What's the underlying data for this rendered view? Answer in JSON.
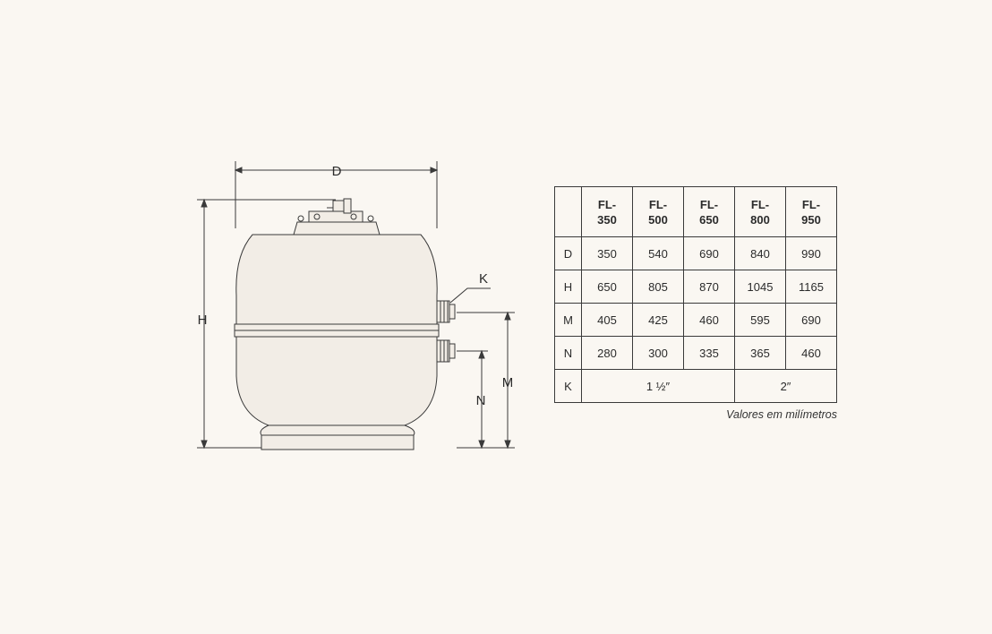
{
  "dimension_labels": {
    "D": "D",
    "H": "H",
    "K": "K",
    "M": "M",
    "N": "N"
  },
  "table": {
    "columns": [
      {
        "line1": "FL-",
        "line2": "350"
      },
      {
        "line1": "FL-",
        "line2": "500"
      },
      {
        "line1": "FL-",
        "line2": "650"
      },
      {
        "line1": "FL-",
        "line2": "800"
      },
      {
        "line1": "FL-",
        "line2": "950"
      }
    ],
    "rows": [
      {
        "label": "D",
        "values": [
          "350",
          "540",
          "690",
          "840",
          "990"
        ]
      },
      {
        "label": "H",
        "values": [
          "650",
          "805",
          "870",
          "1045",
          "1165"
        ]
      },
      {
        "label": "M",
        "values": [
          "405",
          "425",
          "460",
          "595",
          "690"
        ]
      },
      {
        "label": "N",
        "values": [
          "280",
          "300",
          "335",
          "365",
          "460"
        ]
      }
    ],
    "k_row": {
      "label": "K",
      "group1": "1 ½″",
      "group2": "2″"
    }
  },
  "note": "Valores em milímetros",
  "colors": {
    "background": "#faf7f2",
    "line": "#3a3a3a",
    "tank_fill": "#f2ede6"
  }
}
